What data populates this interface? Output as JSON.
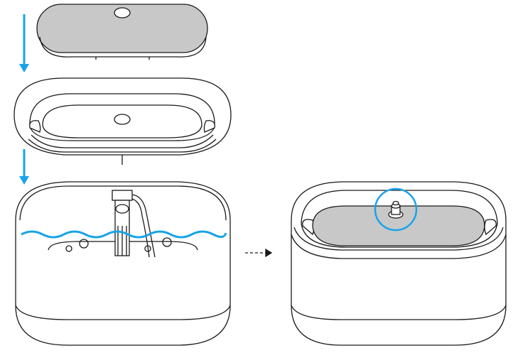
{
  "diagram": {
    "steps": [
      {
        "id": "filter-cover",
        "icon": "filter-cover-icon"
      },
      {
        "id": "upper-tray",
        "icon": "upper-tray-icon"
      },
      {
        "id": "water-tank-with-pump",
        "icon": "water-tank-icon"
      },
      {
        "id": "assembled-fountain",
        "icon": "assembled-fountain-icon"
      }
    ],
    "arrows": [
      {
        "id": "down-arrow-1",
        "icon": "arrow-down-icon"
      },
      {
        "id": "down-arrow-2",
        "icon": "arrow-down-icon"
      },
      {
        "id": "result-arrow",
        "icon": "dashed-arrow-right-icon"
      }
    ],
    "highlight": {
      "id": "outlet-highlight",
      "icon": "circle-highlight-icon"
    }
  },
  "colors": {
    "outline": "#1a1a1a",
    "accent": "#1aa3e8",
    "filter_fill": "#c8c8c8",
    "background": "#ffffff"
  }
}
